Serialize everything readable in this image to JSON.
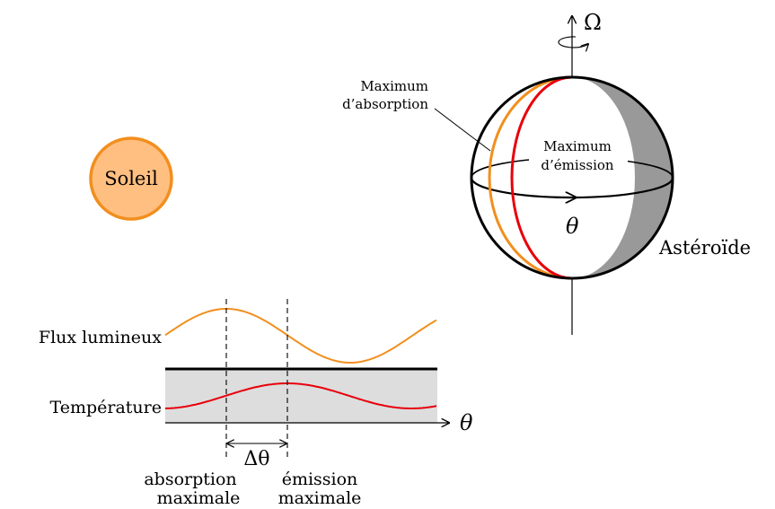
{
  "sun": {
    "label": "Soleil",
    "fill": "#ffbf80",
    "stroke": "#f18f1e"
  },
  "asteroid": {
    "label": "Astéroïde",
    "rotation_symbol": "Ω",
    "angle_symbol": "θ",
    "absorption_label": [
      "Maximum",
      "d’absorption"
    ],
    "emission_label": [
      "Maximum",
      "d’émission"
    ],
    "shadow_color": "#999999"
  },
  "graph": {
    "flux_label": "Flux lumineux",
    "temperature_label": "Température",
    "axis_symbol": "θ",
    "delta_symbol": "Δθ",
    "absorption_caption": [
      "absorption",
      "maximale"
    ],
    "emission_caption": [
      "émission",
      "maximale"
    ],
    "flux_color": "#f18f1e",
    "temperature_color": "#e8000b",
    "band_color": "#dddddd"
  }
}
